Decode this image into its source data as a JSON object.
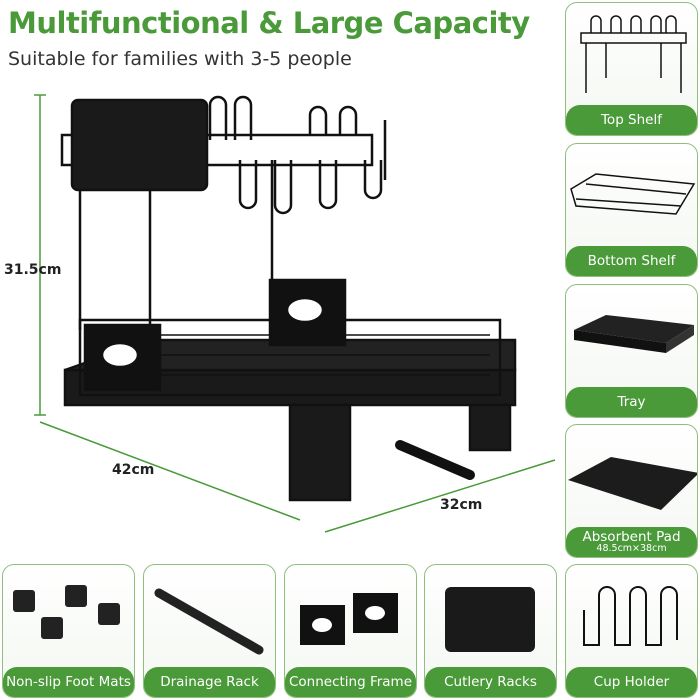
{
  "header": {
    "title": "Multifunctional & Large Capacity",
    "subtitle": "Suitable for families with 3-5 people"
  },
  "dimensions": {
    "height": "31.5cm",
    "length": "42cm",
    "width": "32cm"
  },
  "parts": [
    {
      "label": "Top Shelf",
      "icon": "top-shelf-icon"
    },
    {
      "label": "Bottom Shelf",
      "icon": "bottom-shelf-icon"
    },
    {
      "label": "Tray",
      "icon": "tray-icon"
    },
    {
      "label": "Absorbent Pad",
      "note": "48.5cm×38cm",
      "icon": "pad-icon"
    },
    {
      "label": "Non-slip Foot Mats",
      "icon": "foot-mat-icon"
    },
    {
      "label": "Drainage Rack",
      "icon": "drainage-rack-icon"
    },
    {
      "label": "Connecting Frame",
      "icon": "connecting-frame-icon"
    },
    {
      "label": "Cutlery Racks",
      "icon": "cutlery-rack-icon"
    },
    {
      "label": "Cup Holder",
      "icon": "cup-holder-icon"
    }
  ],
  "colors": {
    "accent": "#4a9a3a"
  }
}
